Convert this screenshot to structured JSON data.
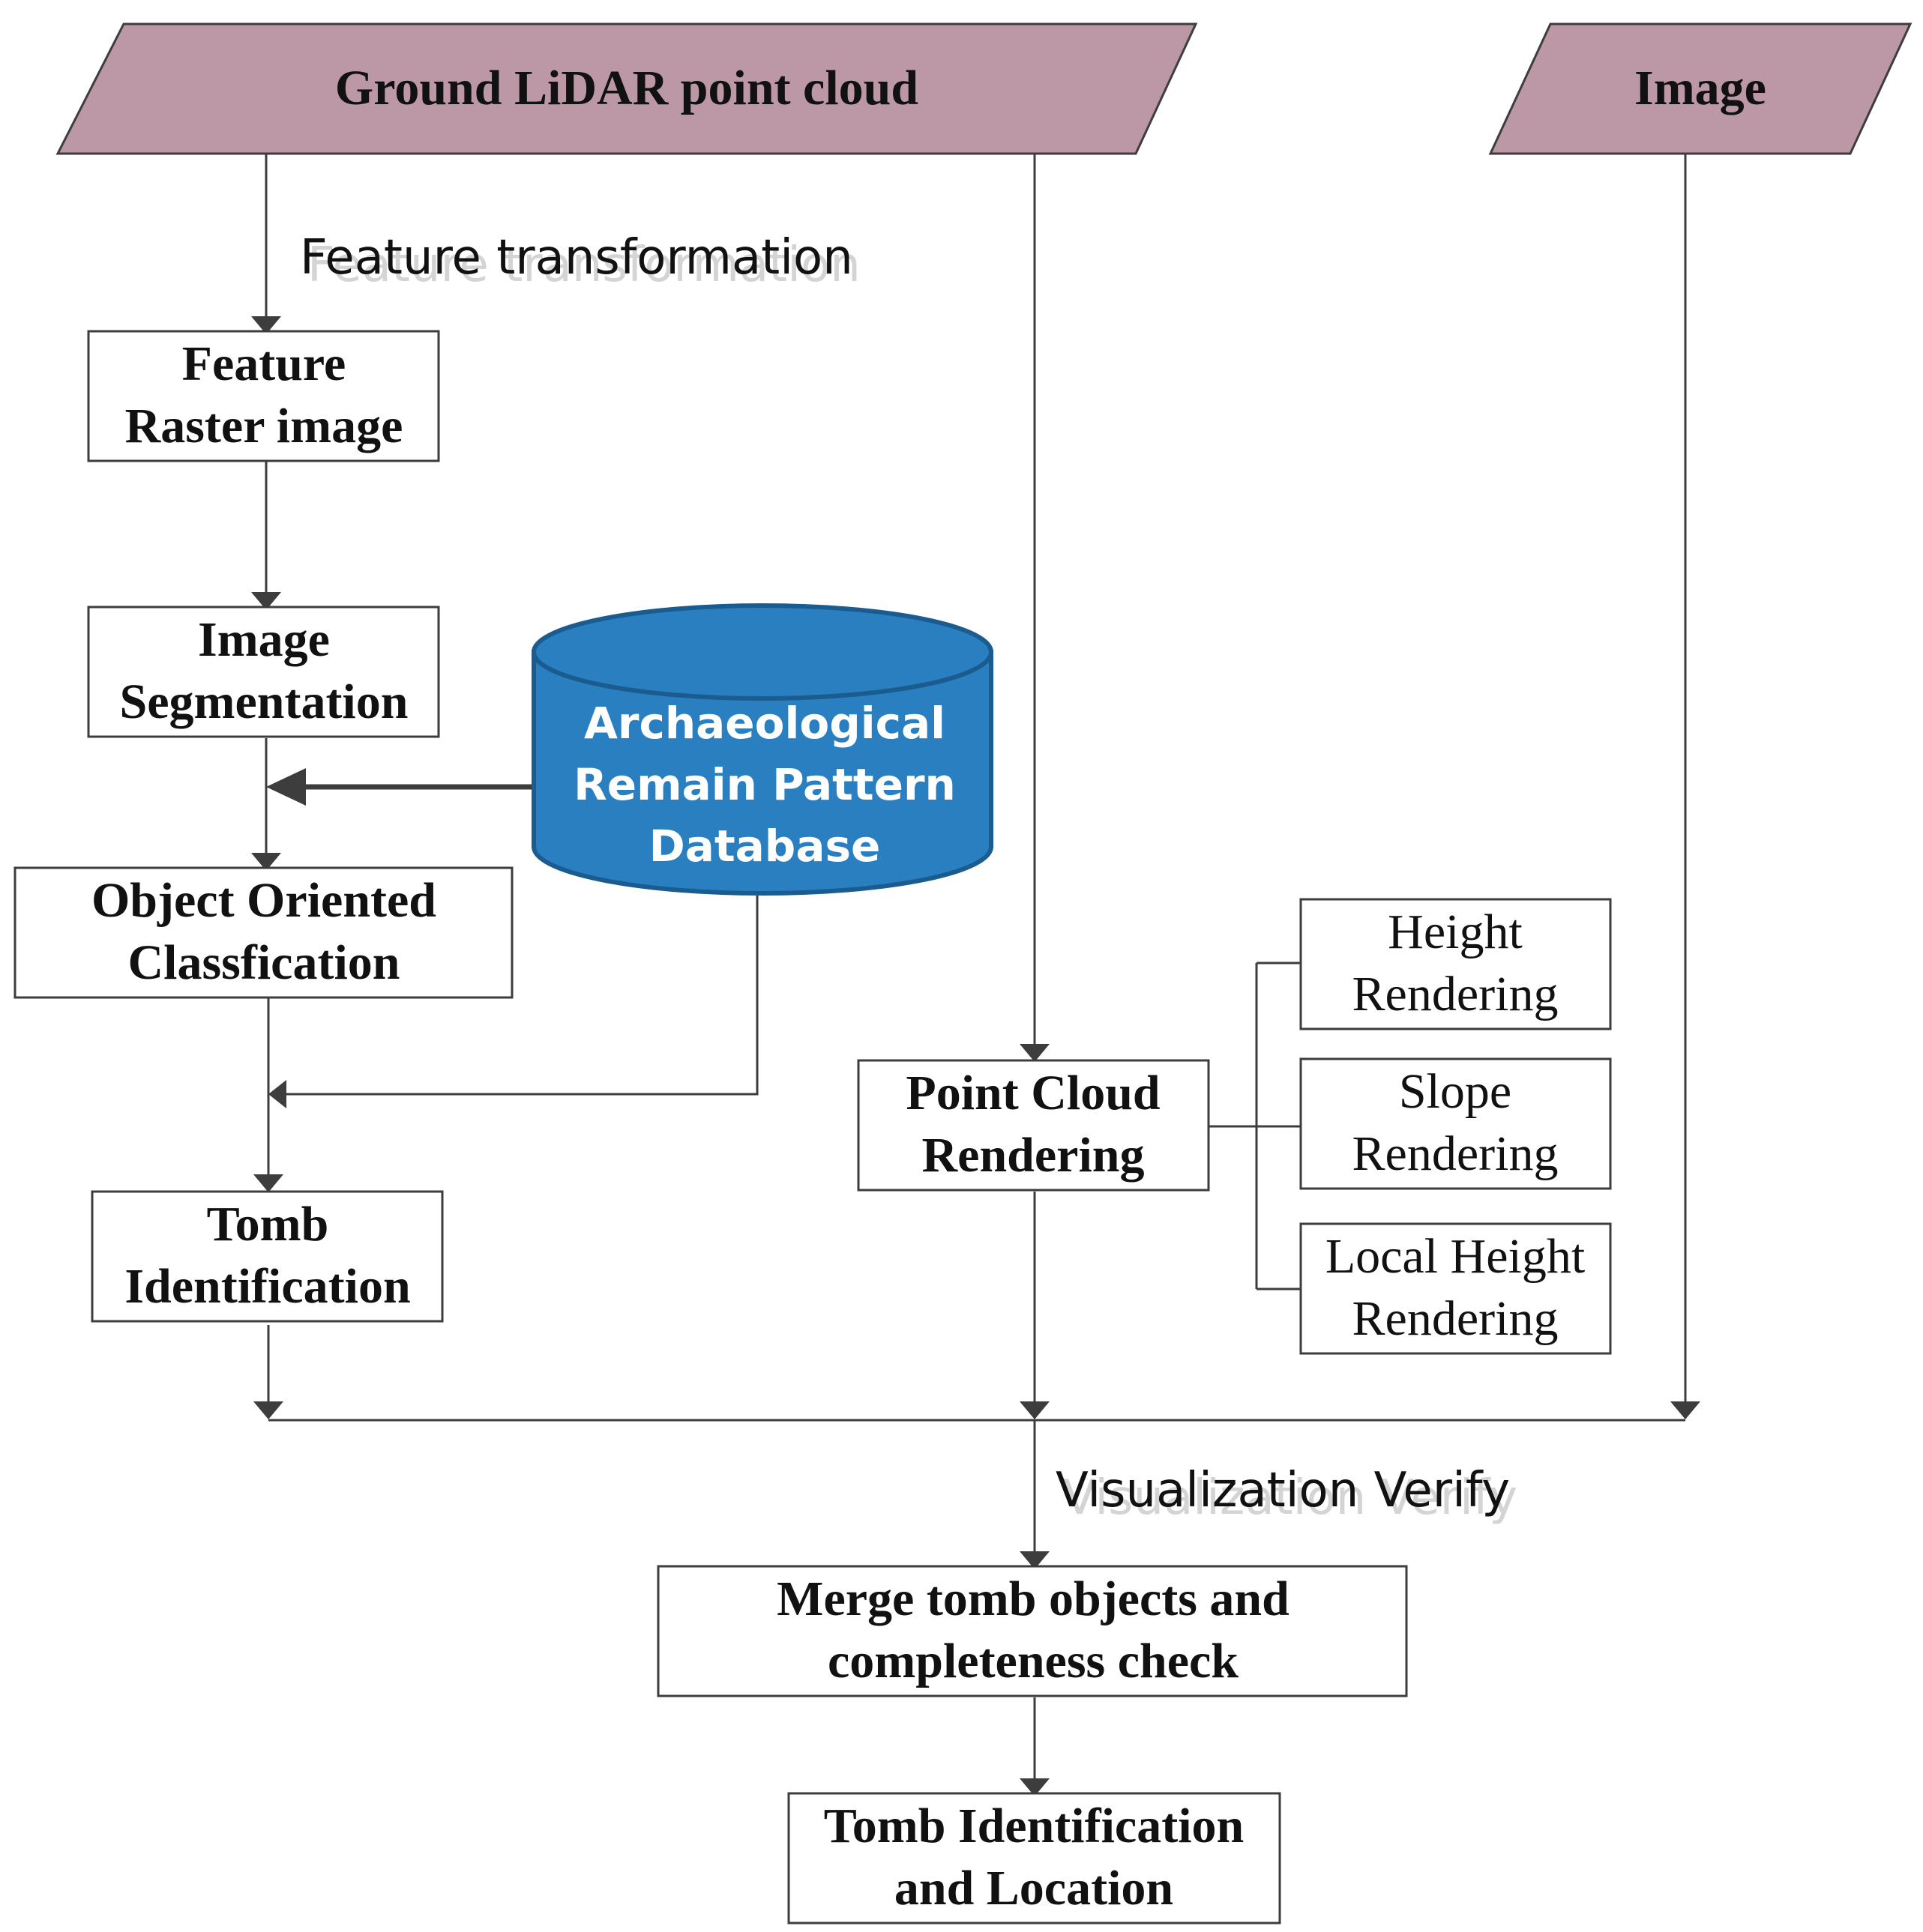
{
  "inputs": {
    "lidar": "Ground LiDAR point cloud",
    "image": "Image"
  },
  "edges": {
    "feature_transformation": "Feature transformation",
    "visualization_verify": "Visualization Verify"
  },
  "nodes": {
    "feature_raster": [
      "Feature",
      "Raster image"
    ],
    "image_segmentation": [
      "Image",
      "Segmentation"
    ],
    "object_oriented": [
      "Object Oriented",
      "Classfication"
    ],
    "tomb_identification": [
      "Tomb",
      "Identification"
    ],
    "point_cloud_rendering": [
      "Point Cloud",
      "Rendering"
    ],
    "height_rendering": [
      "Height",
      "Rendering"
    ],
    "slope_rendering": [
      "Slope",
      "Rendering"
    ],
    "local_height_rendering": [
      "Local Height",
      "Rendering"
    ],
    "merge": [
      "Merge tomb objects and",
      "completeness check"
    ],
    "final": [
      "Tomb Identification",
      "and Location"
    ]
  },
  "database": [
    "Archaeological",
    "Remain Pattern",
    "Database"
  ],
  "colors": {
    "input_fill": "#bc97a6",
    "database_fill": "#2a7fc0",
    "database_stroke": "#1a5c8f",
    "line": "#3d3d3d"
  }
}
